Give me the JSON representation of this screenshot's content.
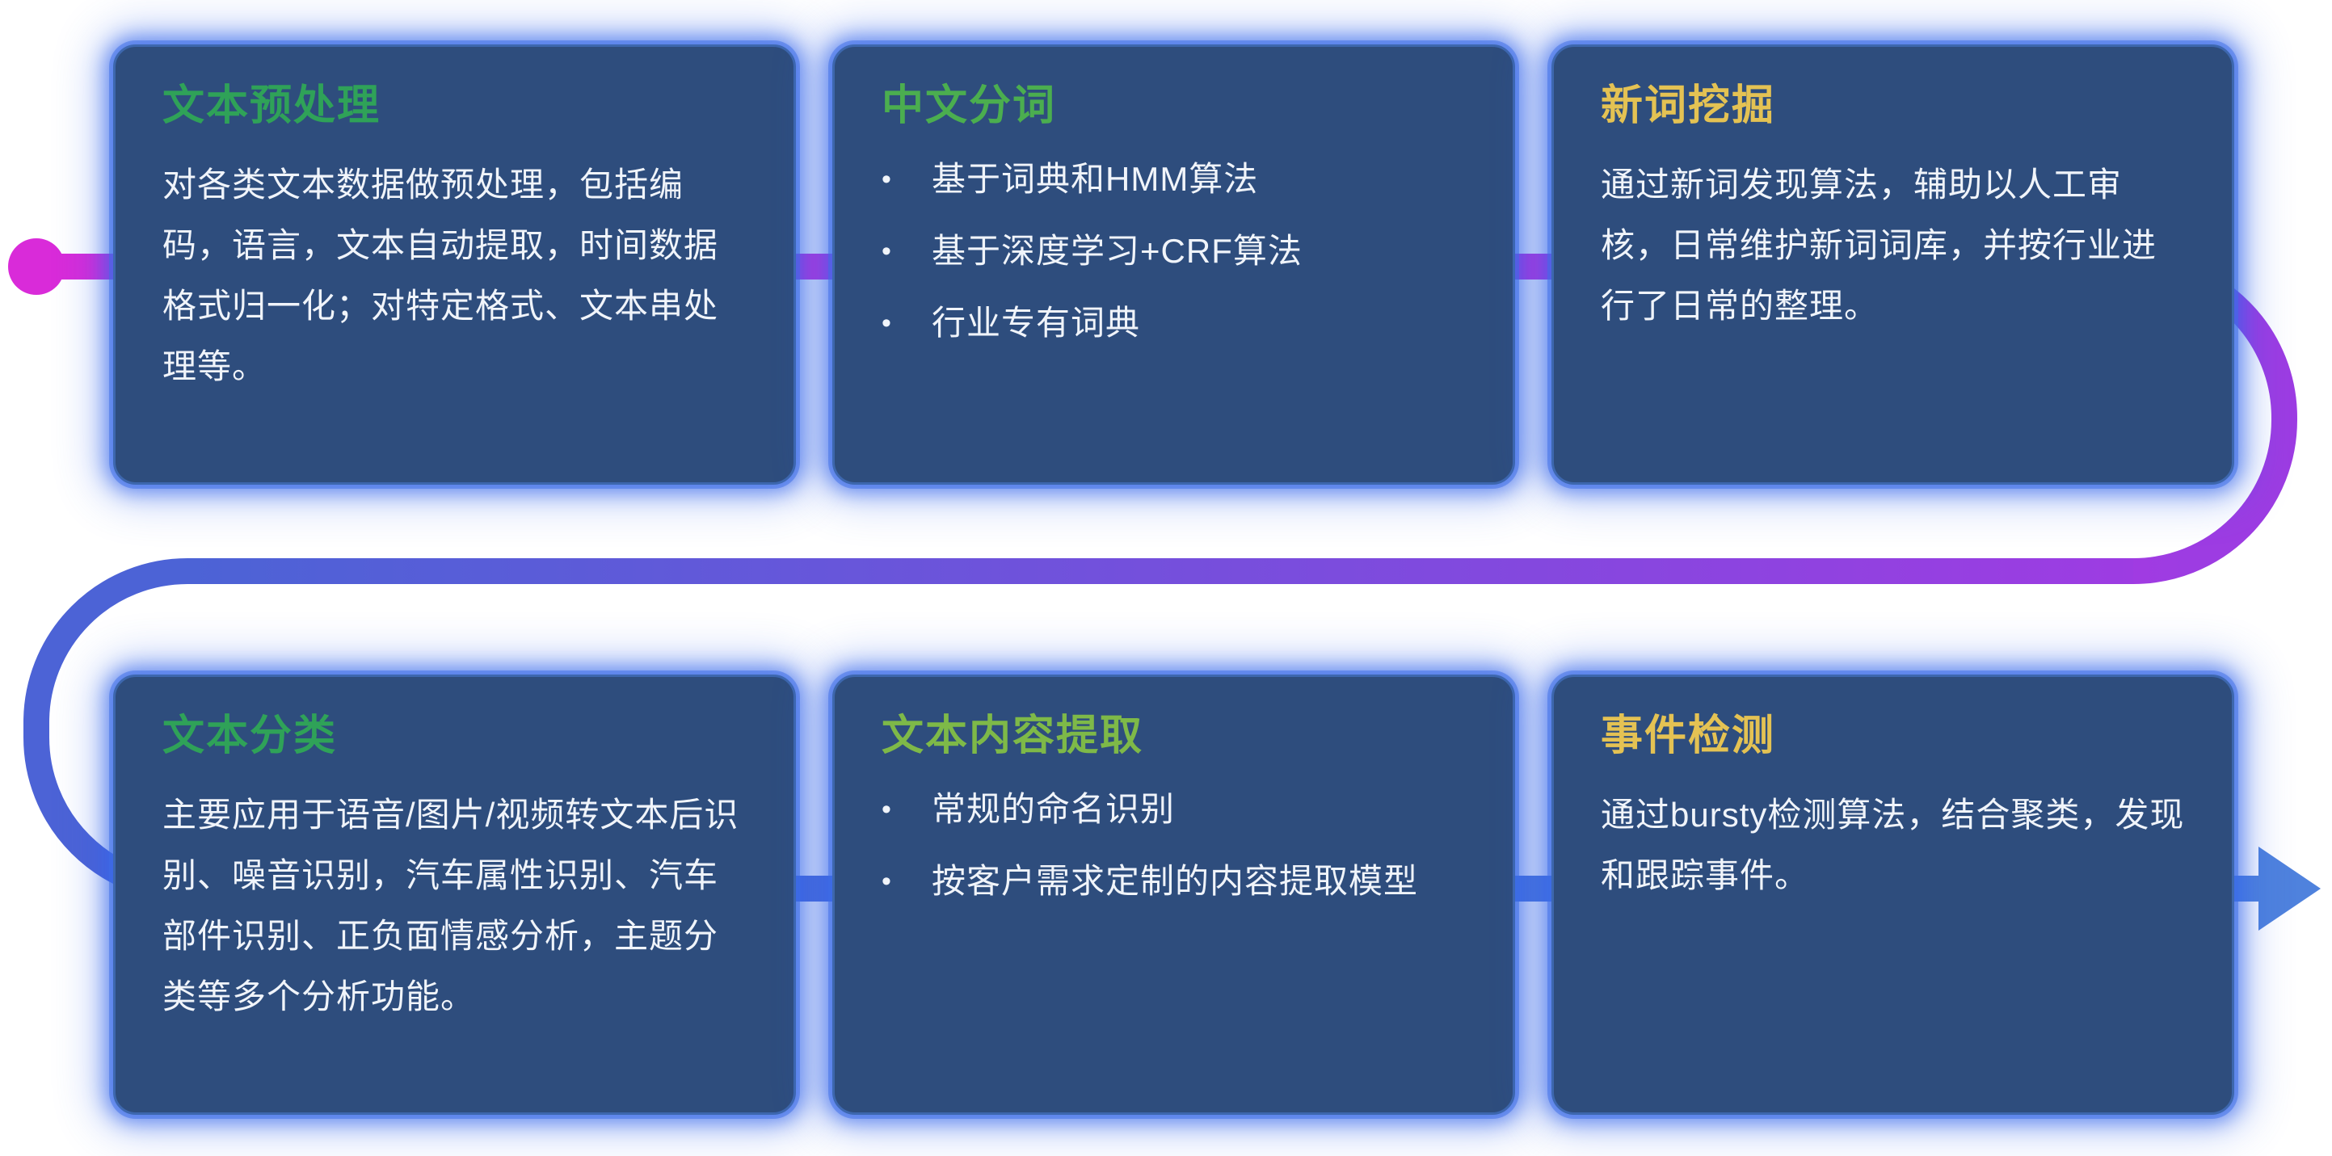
{
  "bullet_char": "•",
  "pipeline": {
    "start_marker": "dot",
    "end_marker": "arrow-right",
    "colors": {
      "start_magenta": "#d92bd9",
      "magenta": "#cb2ddc",
      "purple": "#9d3ce2",
      "blue": "#4c63d6",
      "end_blue": "#4f82dd"
    }
  },
  "cards": [
    {
      "id": "text-preprocessing",
      "title": "文本预处理",
      "title_color": "#2fa258",
      "body": "对各类文本数据做预处理，包括编码，语言，文本自动提取，时间数据格式归一化；对特定格式、文本串处理等。"
    },
    {
      "id": "chinese-word-segmentation",
      "title": "中文分词",
      "title_color": "#4bae4f",
      "bullets": [
        "基于词典和HMM算法",
        "基于深度学习+CRF算法",
        "行业专有词典"
      ]
    },
    {
      "id": "new-word-mining",
      "title": "新词挖掘",
      "title_color": "#e4c253",
      "body": "通过新词发现算法，辅助以人工审核，日常维护新词词库，并按行业进行了日常的整理。"
    },
    {
      "id": "text-classification",
      "title": "文本分类",
      "title_color": "#2fa258",
      "body": "主要应用于语音/图片/视频转文本后识别、噪音识别，汽车属性识别、汽车部件识别、正负面情感分析，主题分类等多个分析功能。"
    },
    {
      "id": "text-content-extraction",
      "title": "文本内容提取",
      "title_color": "#7eb948",
      "bullets": [
        "常规的命名识别",
        "按客户需求定制的内容提取模型"
      ]
    },
    {
      "id": "event-detection",
      "title": "事件检测",
      "title_color": "#e4c253",
      "body": "通过bursty检测算法，结合聚类，发现和跟踪事件。"
    }
  ]
}
